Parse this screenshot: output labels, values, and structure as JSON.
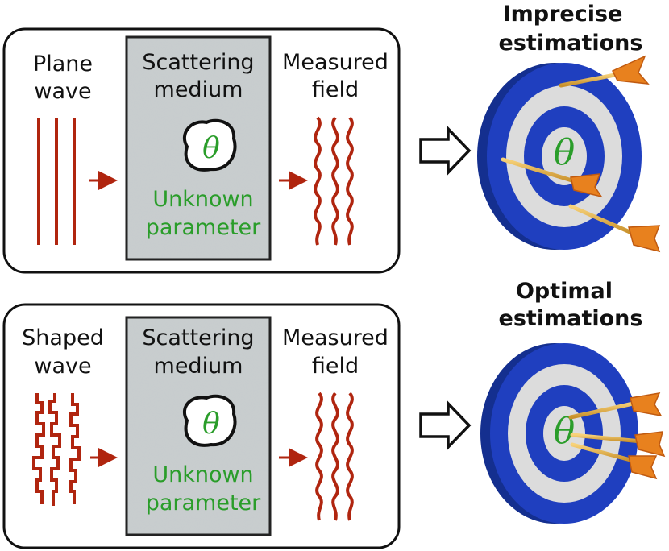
{
  "panels": [
    {
      "input_label_1": "Plane",
      "input_label_2": "wave",
      "medium_label_1": "Scattering",
      "medium_label_2": "medium",
      "param_label_1": "Unknown",
      "param_label_2": "parameter",
      "output_label_1": "Measured",
      "output_label_2": "field",
      "theta": "θ",
      "result_title_1": "Imprecise",
      "result_title_2": "estimations"
    },
    {
      "input_label_1": "Shaped",
      "input_label_2": "wave",
      "medium_label_1": "Scattering",
      "medium_label_2": "medium",
      "param_label_1": "Unknown",
      "param_label_2": "parameter",
      "output_label_1": "Measured",
      "output_label_2": "field",
      "theta": "θ",
      "result_title_1": "Optimal",
      "result_title_2": "estimations"
    }
  ],
  "colors": {
    "wave": "#b0250f",
    "target_blue": "#1f3fbf",
    "target_light": "#dcdcdc",
    "param_green": "#2a9d2a",
    "dart_orange": "#e8811e"
  },
  "icons": [
    "arrow-right-icon",
    "hollow-arrow-icon",
    "dart-icon",
    "target-icon",
    "blob-icon"
  ]
}
